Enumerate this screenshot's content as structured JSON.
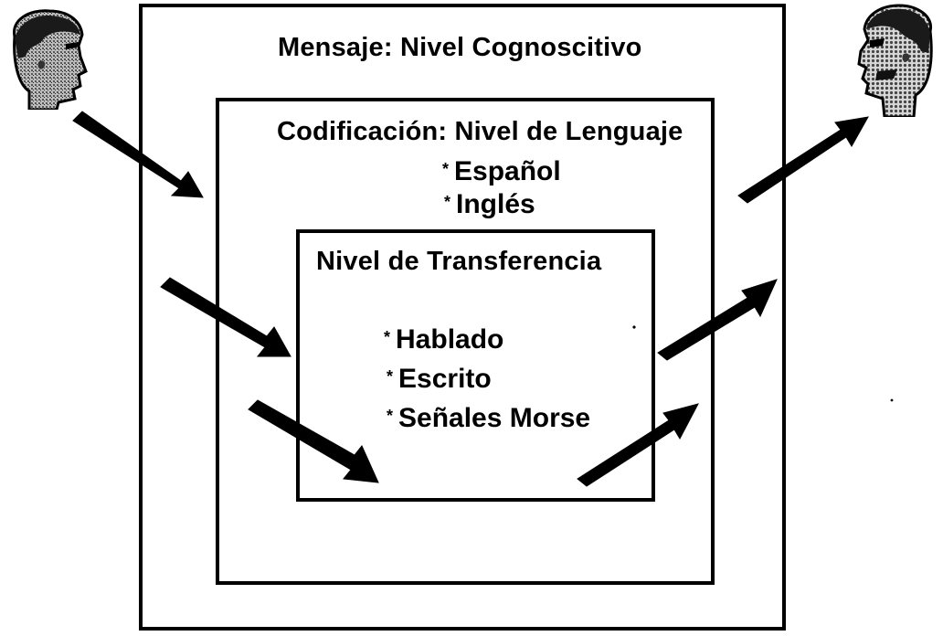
{
  "diagram": {
    "outer": {
      "label": "Mensaje: Nivel Cognoscitivo"
    },
    "middle": {
      "label": "Codificación: Nivel de Lenguaje",
      "items": [
        "Español",
        "Inglés"
      ]
    },
    "inner": {
      "label": "Nivel de Transferencia",
      "items": [
        "Hablado",
        "Escrito",
        "Señales Morse"
      ]
    },
    "bullet_glyph": "*",
    "icons": {
      "left": "sender-head-icon",
      "right": "receiver-head-icon",
      "arrow": "thick-arrow-icon"
    }
  }
}
